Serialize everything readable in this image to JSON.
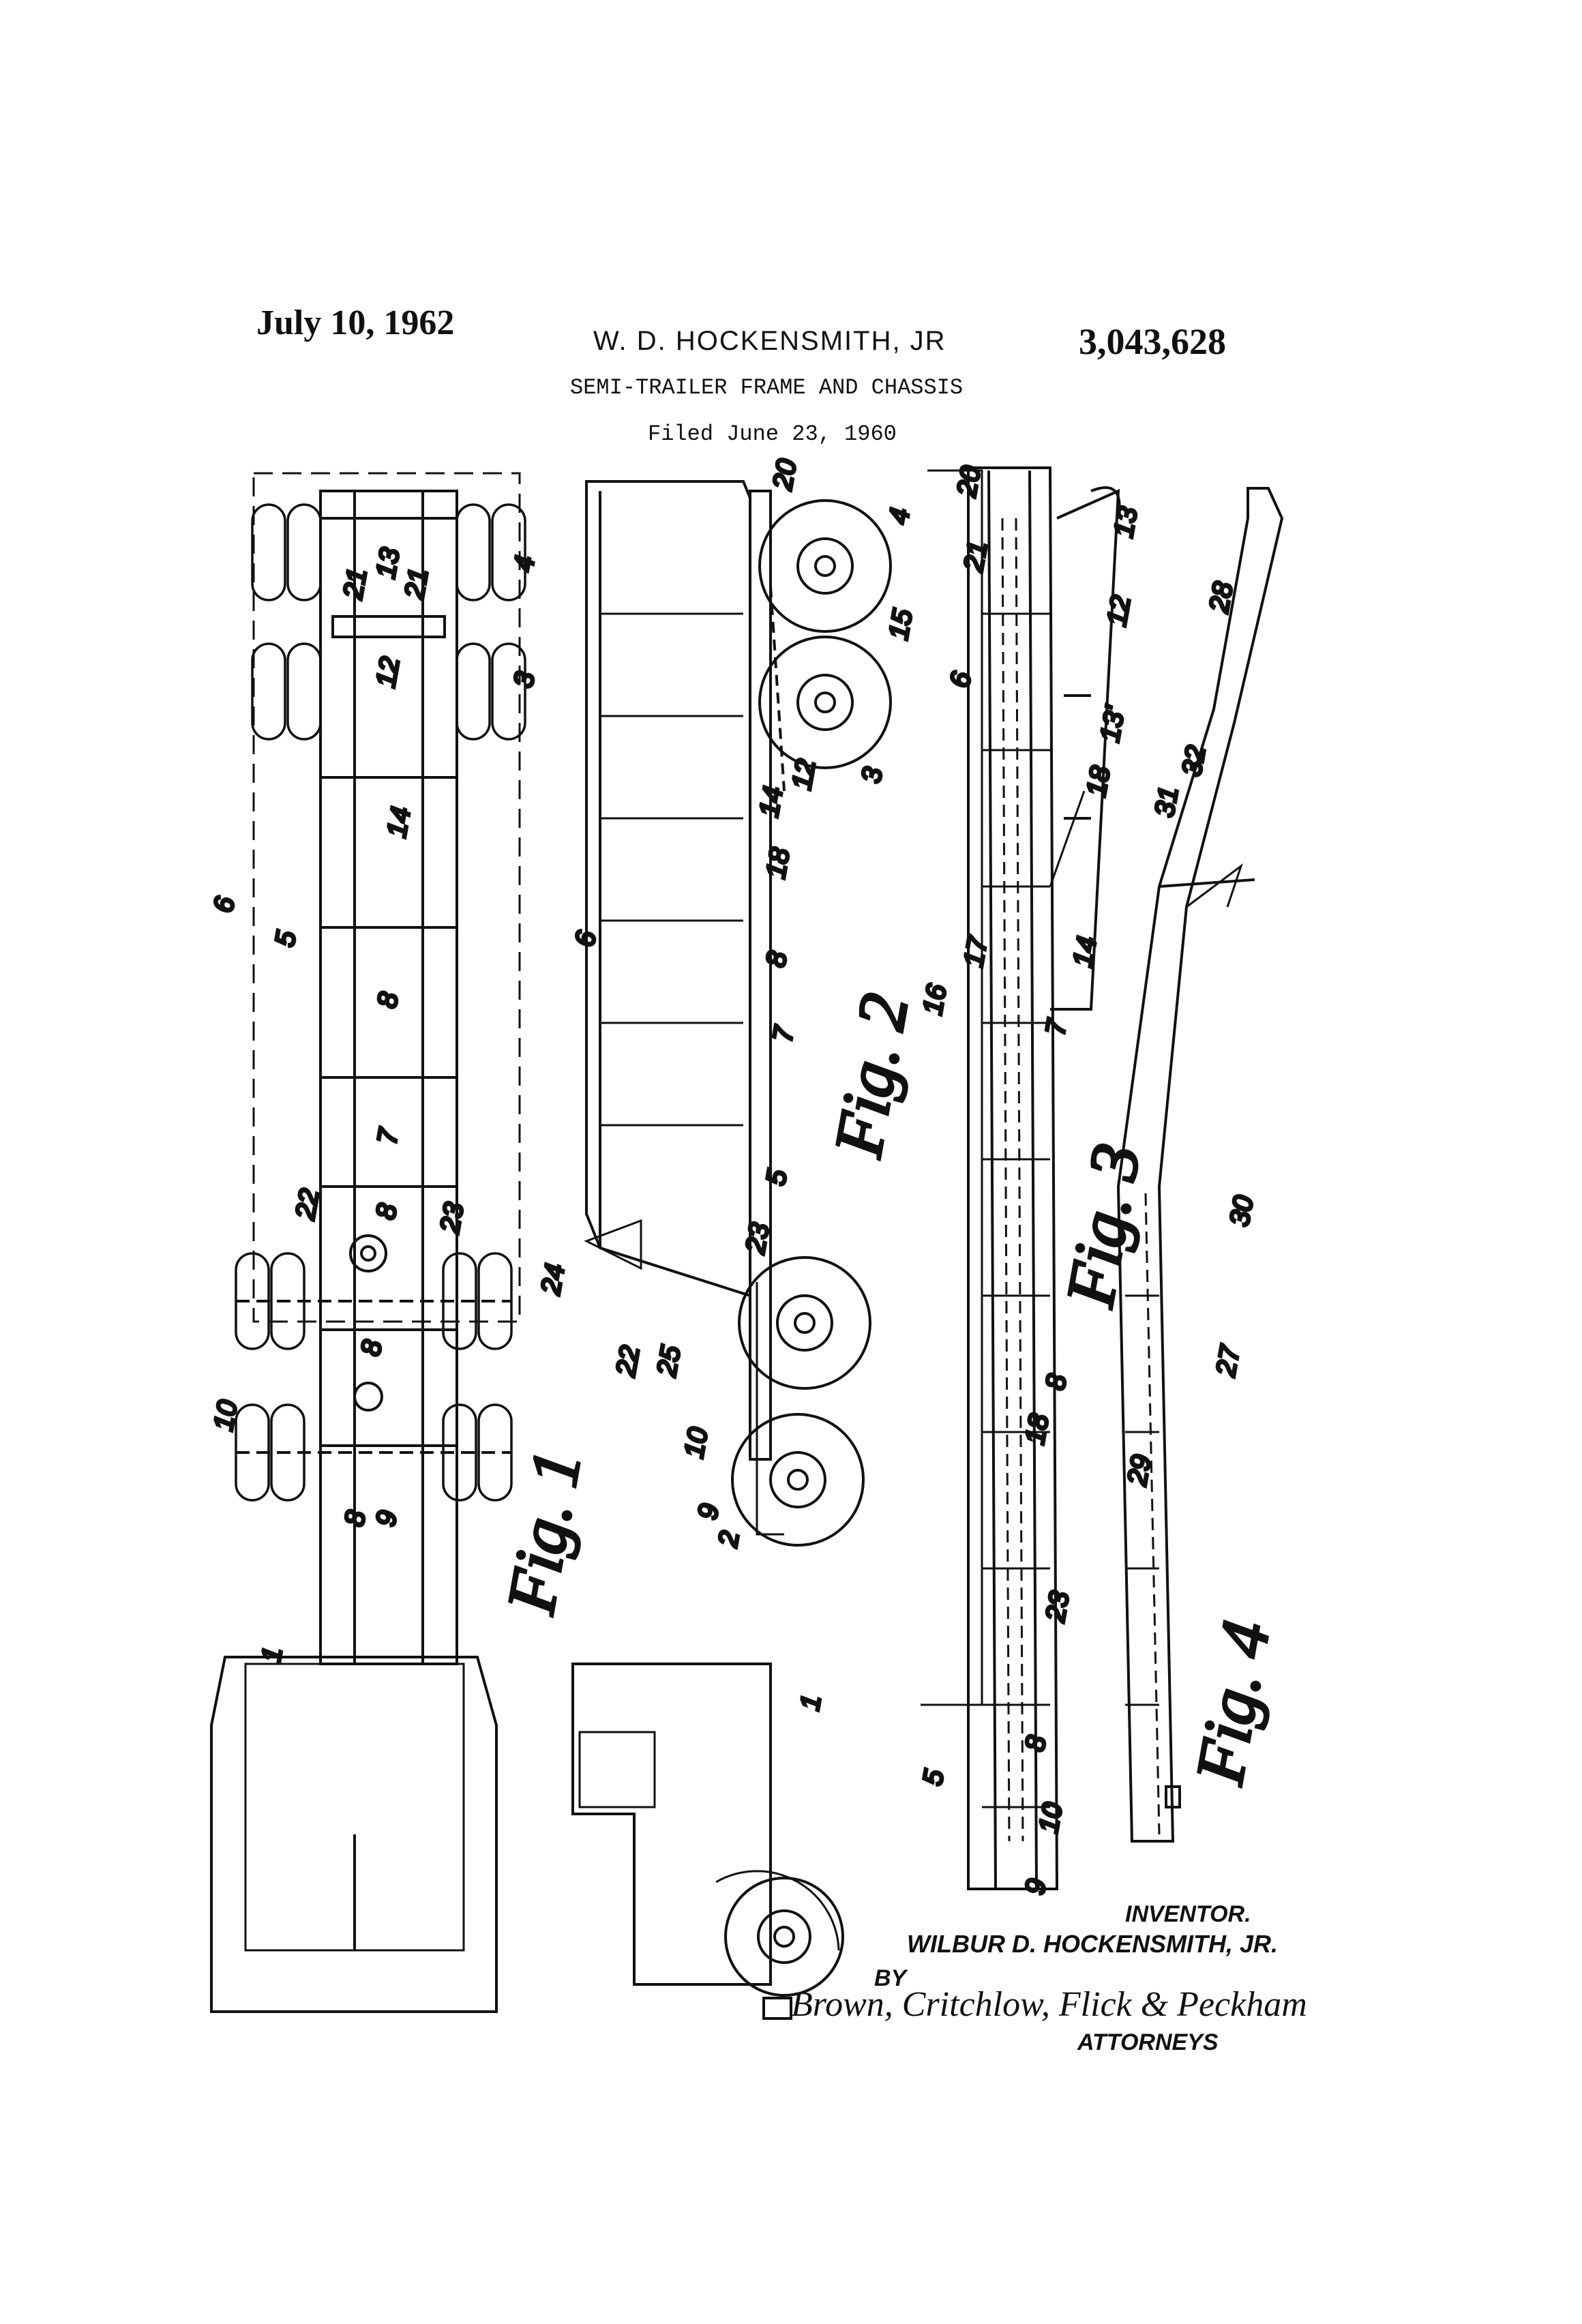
{
  "header": {
    "date": "July 10, 1962",
    "inventor": "W. D. HOCKENSMITH, JR",
    "patent_number": "3,043,628",
    "title": "SEMI-TRAILER FRAME AND CHASSIS",
    "filed": "Filed June 23, 1960"
  },
  "figures": {
    "fig1": "Fig. 1",
    "fig2": "Fig. 2",
    "fig3": "Fig. 3",
    "fig4": "Fig. 4"
  },
  "fig1_labels": [
    "21",
    "13",
    "21",
    "12",
    "4",
    "3",
    "14",
    "6",
    "5",
    "8",
    "7",
    "22",
    "8",
    "23",
    "8",
    "10",
    "8",
    "9",
    "1"
  ],
  "fig2_labels": [
    "20",
    "4",
    "15",
    "3",
    "12",
    "14",
    "18",
    "8",
    "6",
    "7",
    "5",
    "23",
    "24",
    "22",
    "25",
    "10",
    "9",
    "2",
    "1"
  ],
  "fig3_labels": [
    "20",
    "21",
    "13",
    "12",
    "6",
    "13'",
    "18",
    "17",
    "14",
    "16",
    "7",
    "8",
    "18",
    "23",
    "8",
    "5",
    "10",
    "9"
  ],
  "fig4_labels": [
    "28",
    "31",
    "32",
    "30",
    "27",
    "29"
  ],
  "signature": {
    "inventor_label": "INVENTOR.",
    "inventor_full": "WILBUR D. HOCKENSMITH, JR.",
    "by": "BY",
    "firm": "Brown, Critchlow, Flick & Peckham",
    "attorneys": "ATTORNEYS"
  }
}
